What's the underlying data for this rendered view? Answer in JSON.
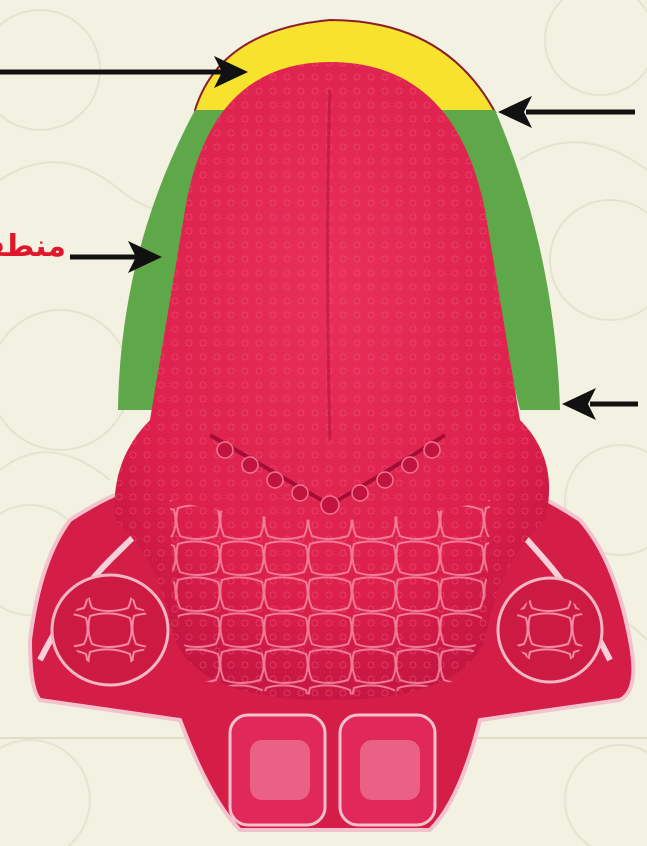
{
  "figure": {
    "partial_label": "منطقة",
    "colors": {
      "background": "#f3f1e1",
      "tongue": "#e0234f",
      "tongue_dark": "#b9123c",
      "tip_zone": "#f7e22e",
      "side_zone": "#5fa84a",
      "arrow": "#111111",
      "label_text": "#e0172b"
    },
    "arrows": [
      {
        "name": "tip-arrow",
        "direction": "right"
      },
      {
        "name": "upper-right-arrow",
        "direction": "left"
      },
      {
        "name": "left-side-arrow",
        "direction": "right"
      },
      {
        "name": "lower-right-arrow",
        "direction": "left"
      }
    ],
    "icon_names": [
      "tongue-illustration",
      "arrow-right-icon",
      "arrow-left-icon"
    ]
  }
}
